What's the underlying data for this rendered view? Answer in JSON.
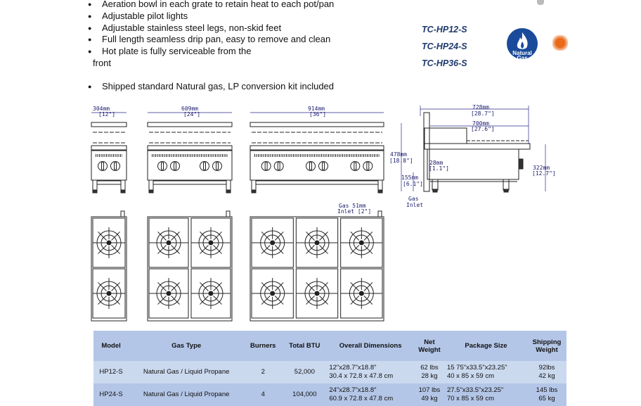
{
  "features": [
    "Aeration bowl in each grate to retain heat to each pot/pan",
    "Adjustable pilot lights",
    "Adjustable stainless steel legs, non-skid feet",
    "Full length seamless drip pan, easy to remove and clean",
    "Hot plate is fully serviceable from the"
  ],
  "feature_continuation": "front",
  "shipping_note": "Shipped standard Natural gas, LP conversion kit included",
  "models": [
    "TC-HP12-S",
    "TC-HP24-S",
    "TC-HP36-S"
  ],
  "badge": {
    "icon": "flame-icon",
    "line1": "Natural",
    "line2": "Gas",
    "color": "#1a4a9a"
  },
  "drawings": {
    "w12_mm": "304mm",
    "w12_in": "[12\"]",
    "w24_mm": "609mm",
    "w24_in": "[24\"]",
    "w36_mm": "914mm",
    "w36_in": "[36\"]",
    "depth_mm": "728mm",
    "depth_in": "[28.7\"]",
    "inner_mm": "700mm",
    "inner_in": "[27.6\"]",
    "height_mm": "478mm",
    "height_in": "[18.8\"]",
    "inlet_off_mm": "28mm",
    "inlet_off_in": "[1.1\"]",
    "inlet_h_mm": "155mm",
    "inlet_h_in": "[6.1\"]",
    "body_h_mm": "322mm",
    "body_h_in": "[12.7\"]",
    "gas_inlet_a": "Gas",
    "gas_inlet_b": "Inlet",
    "top_inlet_a": "Gas 51mm",
    "top_inlet_b": "Inlet [2\"]"
  },
  "table": {
    "headers": [
      "Model",
      "Gas Type",
      "Burners",
      "Total BTU",
      "Overall Dimensions",
      "Net Weight",
      "Package Size",
      "Shipping Weight"
    ],
    "rows": [
      {
        "model": "HP12-S",
        "gas": "Natural Gas / Liquid Propane",
        "burners": "2",
        "btu": "52,000",
        "dim_in": "12\"x28.7\"x18.8\"",
        "dim_cm": "30.4 x 72.8 x 47.8 cm",
        "net_lbs": "62 lbs",
        "net_kg": "28 kg",
        "pkg_in": "15 75\"x33.5\"x23.25\"",
        "pkg_cm": "40 x 85 x 59 cm",
        "ship_lbs": "92lbs",
        "ship_kg": "42 kg"
      },
      {
        "model": "HP24-S",
        "gas": "Natural Gas / Liquid Propane",
        "burners": "4",
        "btu": "104,000",
        "dim_in": "24\"x28.7\"x18.8\"",
        "dim_cm": "60.9 x 72.8 x 47.8 cm",
        "net_lbs": "107 lbs",
        "net_kg": "49 kg",
        "pkg_in": "27.5\"x33.5\"x23.25\"",
        "pkg_cm": "70 x 85 x 59 cm",
        "ship_lbs": "145 lbs",
        "ship_kg": "65 kg"
      }
    ],
    "header_color": "#b4c6e7",
    "row_color": "#cbd9ef"
  }
}
